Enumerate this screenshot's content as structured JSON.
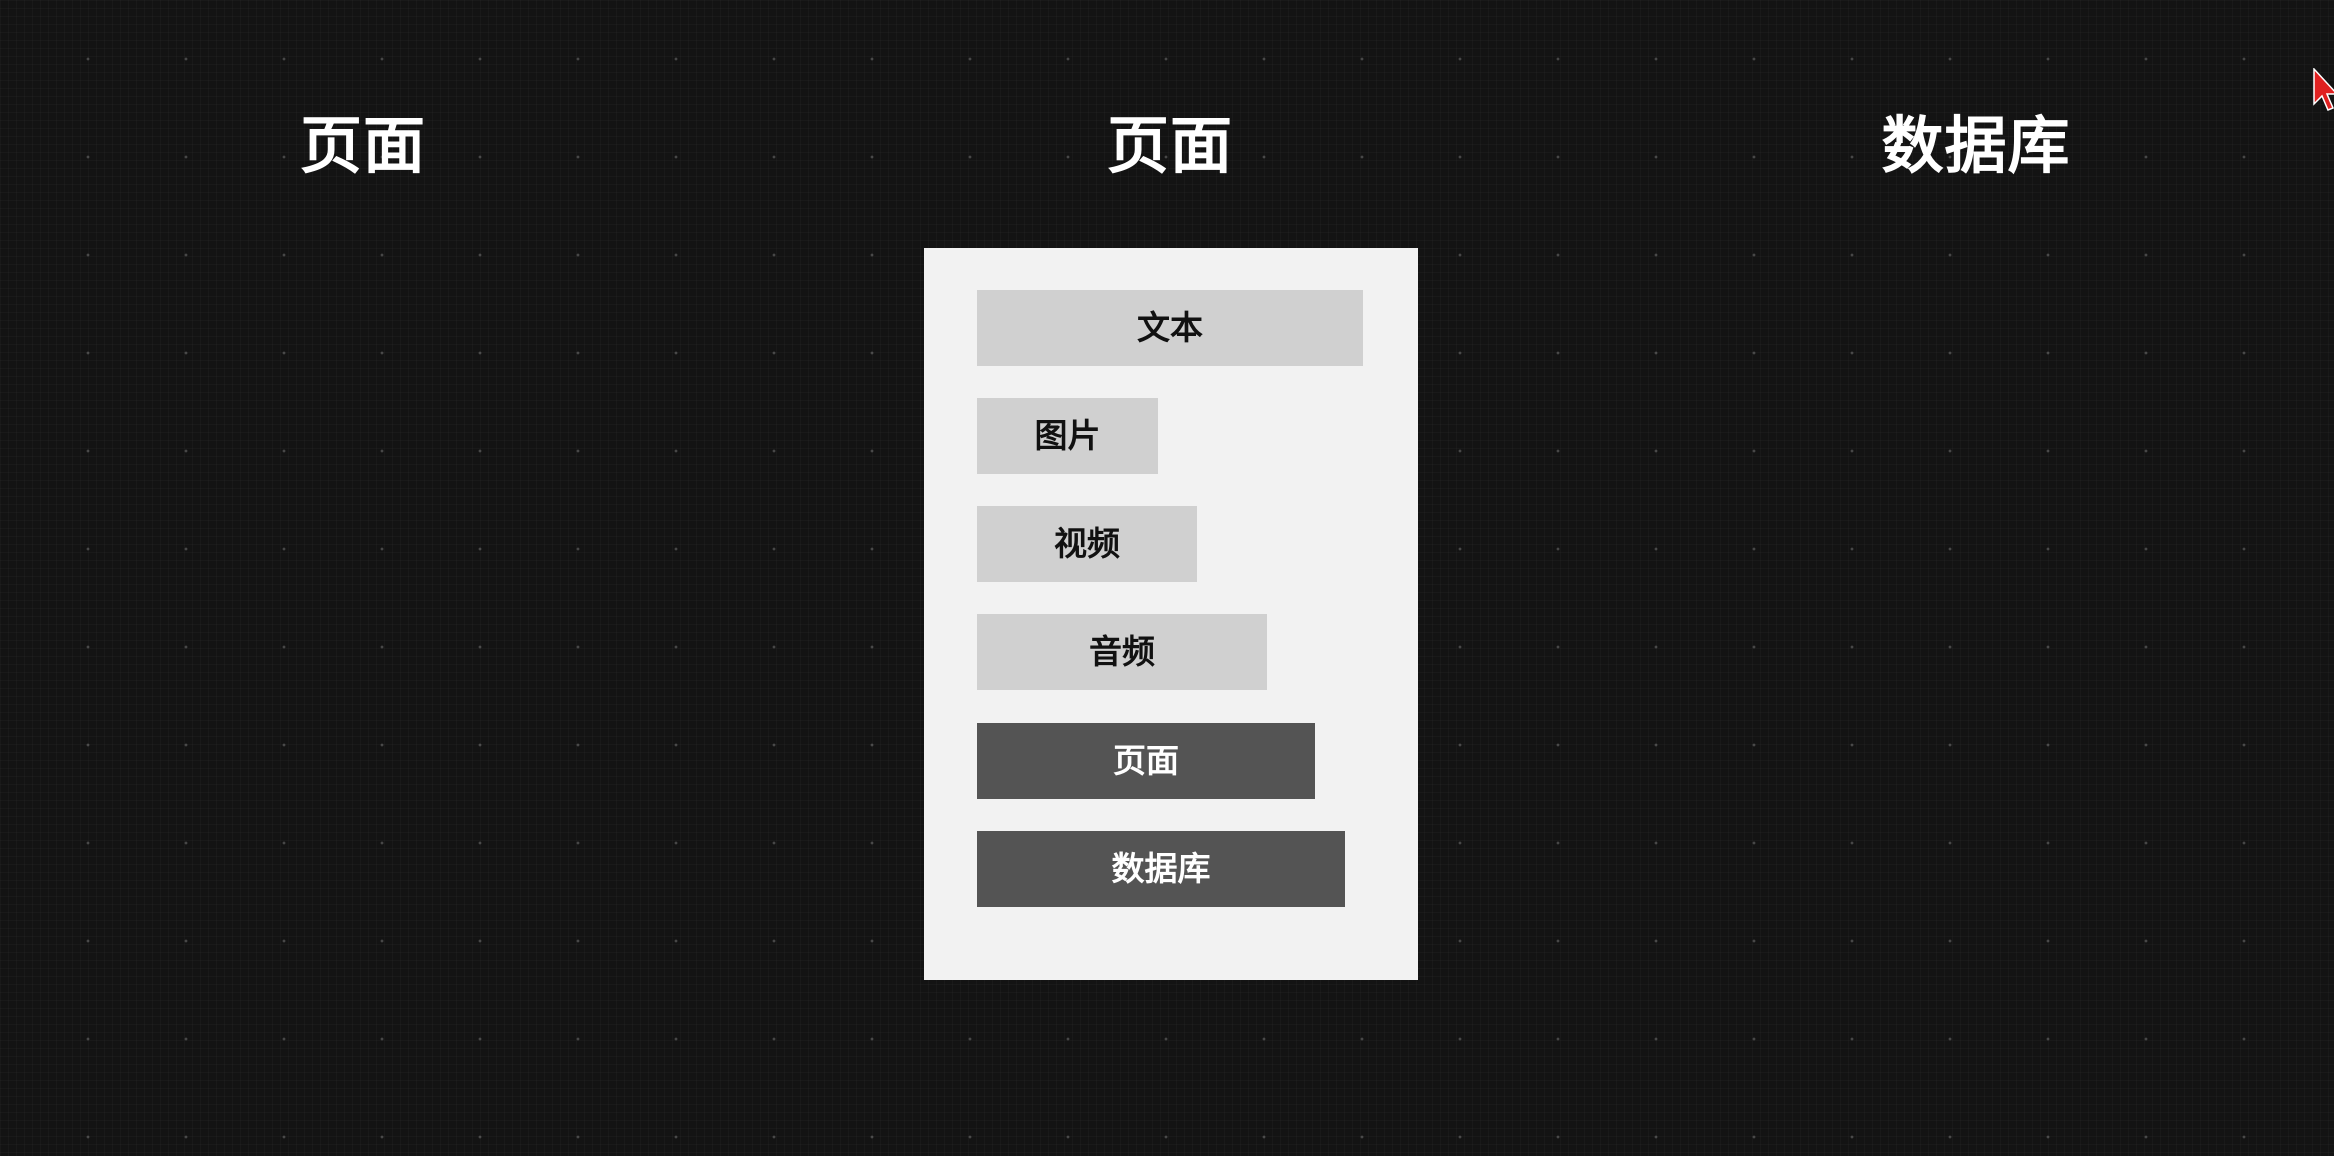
{
  "columns": {
    "left_title": "页面",
    "middle_title": "页面",
    "right_title": "数据库"
  },
  "page_card": {
    "blocks": [
      {
        "label": "文本",
        "style": "light"
      },
      {
        "label": "图片",
        "style": "light"
      },
      {
        "label": "视频",
        "style": "light"
      },
      {
        "label": "音频",
        "style": "light"
      },
      {
        "label": "页面",
        "style": "dark"
      },
      {
        "label": "数据库",
        "style": "dark"
      }
    ]
  },
  "colors": {
    "background": "#131313",
    "card": "#f2f2f2",
    "light_block": "#d0d0d0",
    "dark_block": "#545454",
    "cursor": "#e02020"
  },
  "icons": {
    "cursor": "pointer-cursor-icon"
  }
}
